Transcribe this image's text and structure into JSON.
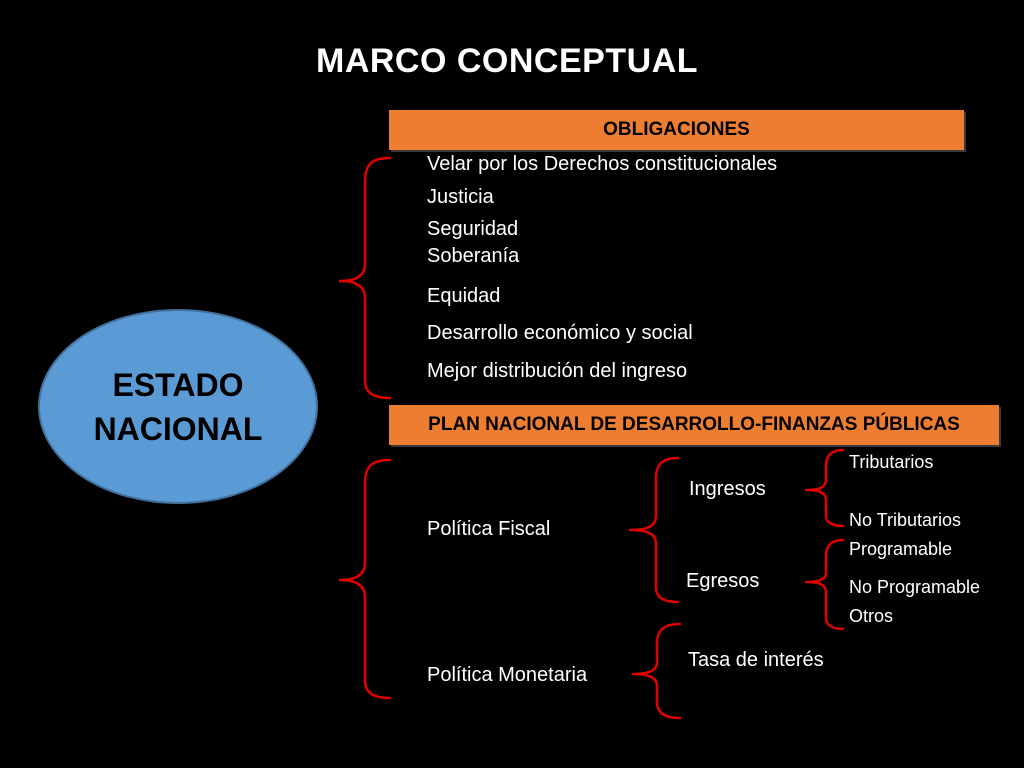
{
  "title": "MARCO CONCEPTUAL",
  "center": {
    "line1": "ESTADO",
    "line2": "NACIONAL"
  },
  "obligaciones": {
    "header": "OBLIGACIONES",
    "items": [
      "Velar por los Derechos constitucionales",
      "Justicia",
      "Seguridad",
      "Soberanía",
      "Equidad",
      "Desarrollo económico y social",
      "Mejor distribución del ingreso"
    ]
  },
  "plan": {
    "header": "PLAN NACIONAL DE DESARROLLO-FINANZAS PÚBLICAS",
    "politica_fiscal": "Política Fiscal",
    "ingresos": "Ingresos",
    "ingresos_items": [
      "Tributarios",
      "No Tributarios"
    ],
    "egresos": "Egresos",
    "egresos_items": [
      "Programable",
      "No Programable",
      "Otros"
    ],
    "politica_monetaria": "Política Monetaria",
    "tasa": "Tasa de interés"
  },
  "colors": {
    "accent": "#ED7D31",
    "ellipse": "#5B9BD5",
    "brace": "#E00000"
  }
}
